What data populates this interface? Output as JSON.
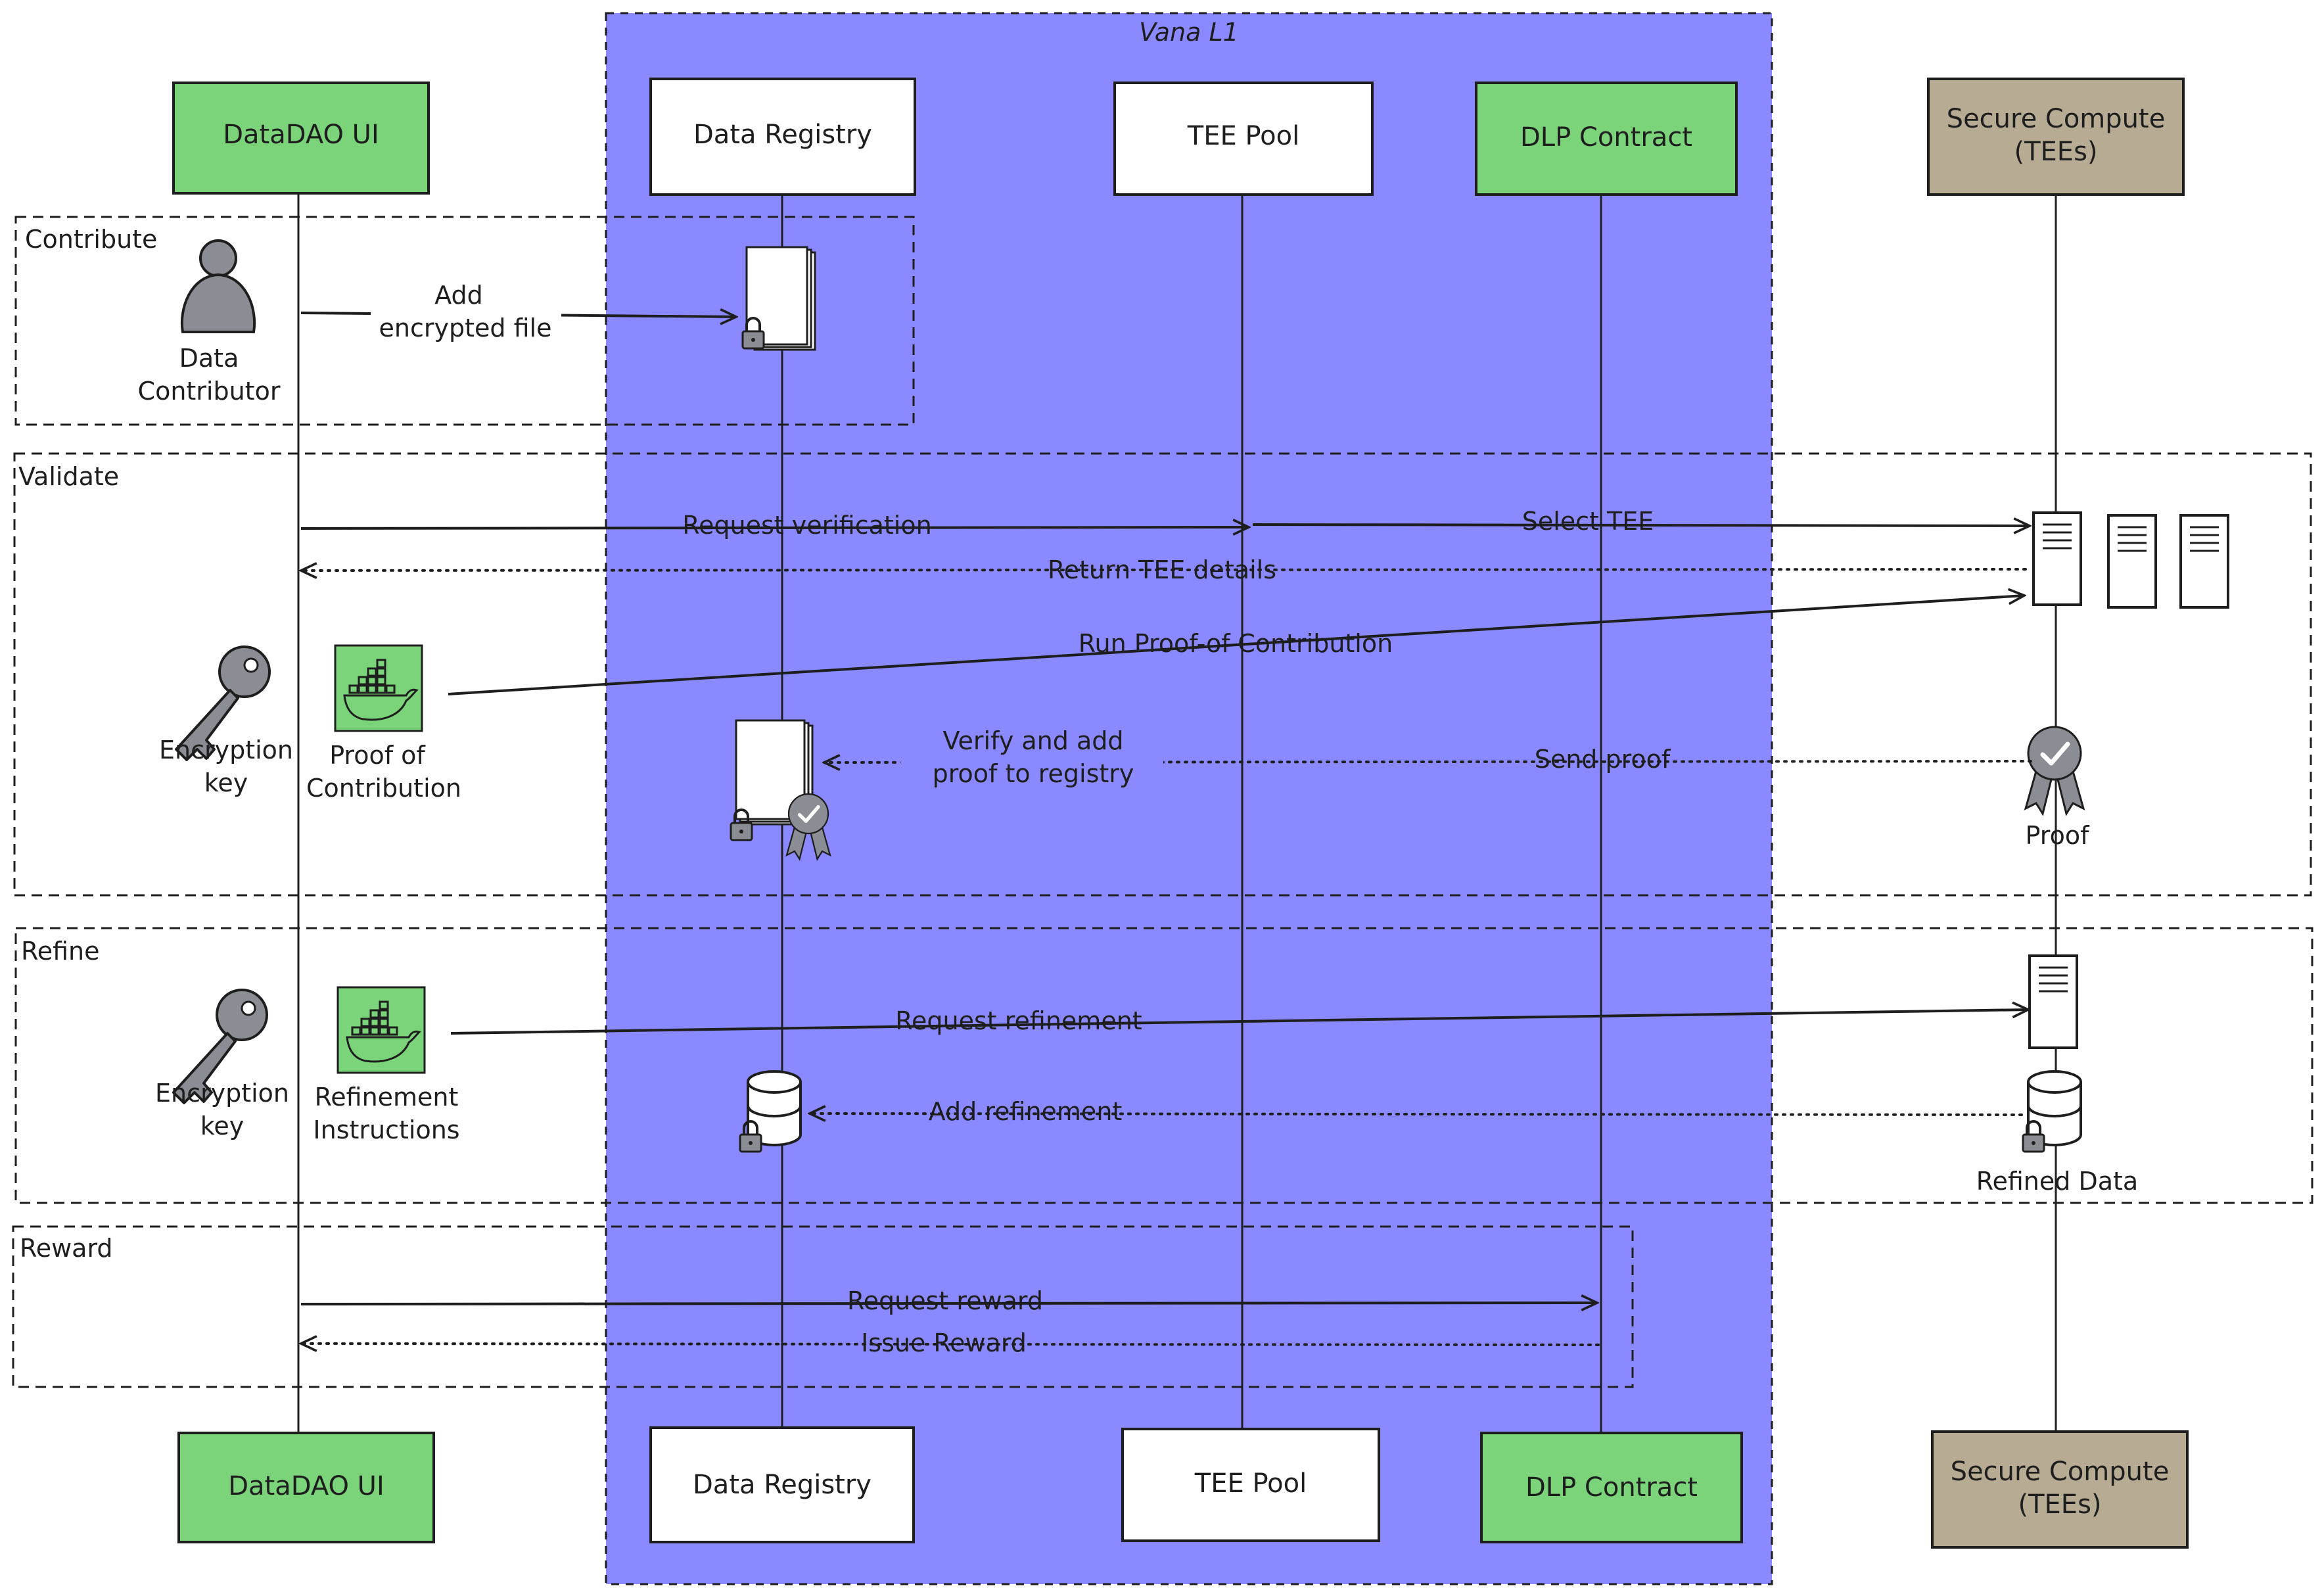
{
  "colors": {
    "vana": "#8a89ff",
    "green": "#7bd47a",
    "tan": "#b8ab94",
    "white": "#ffffff",
    "ink": "#1e1e1e",
    "gray": "#8a8d93"
  },
  "vana_label": "Vana L1",
  "participants": {
    "datadao": "DataDAO UI",
    "registry": "Data Registry",
    "tee_pool": "TEE Pool",
    "dlp": "DLP Contract",
    "secure_line1": "Secure Compute",
    "secure_line2": "(TEEs)"
  },
  "sections": {
    "contribute": "Contribute",
    "validate": "Validate",
    "refine": "Refine",
    "reward": "Reward"
  },
  "actors": {
    "contributor_line1": "Data",
    "contributor_line2": "Contributor",
    "key_line1": "Encryption",
    "key_line2": "key",
    "poc_line1": "Proof of",
    "poc_line2": "Contribution",
    "ri_line1": "Refinement",
    "ri_line2": "Instructions",
    "proof": "Proof",
    "refined_data": "Refined Data"
  },
  "messages": {
    "add_line1": "Add",
    "add_line2": "encrypted file",
    "request_verification": "Request verification",
    "select_tee": "Select TEE",
    "return_tee": "Return TEE details",
    "run_poc": "Run Proof-of-Contribution",
    "verify_line1": "Verify and add",
    "verify_line2": "proof to registry",
    "send_proof": "Send proof",
    "request_refinement": "Request refinement",
    "add_refinement": "Add refinement",
    "request_reward": "Request reward",
    "issue_reward": "Issue Reward"
  },
  "icons": {
    "contributor": "person-icon",
    "file": "locked-file-icon",
    "key": "key-icon",
    "docker": "docker-icon",
    "server": "server-icon",
    "certificate": "certificate-badge-icon",
    "database": "locked-database-icon"
  }
}
